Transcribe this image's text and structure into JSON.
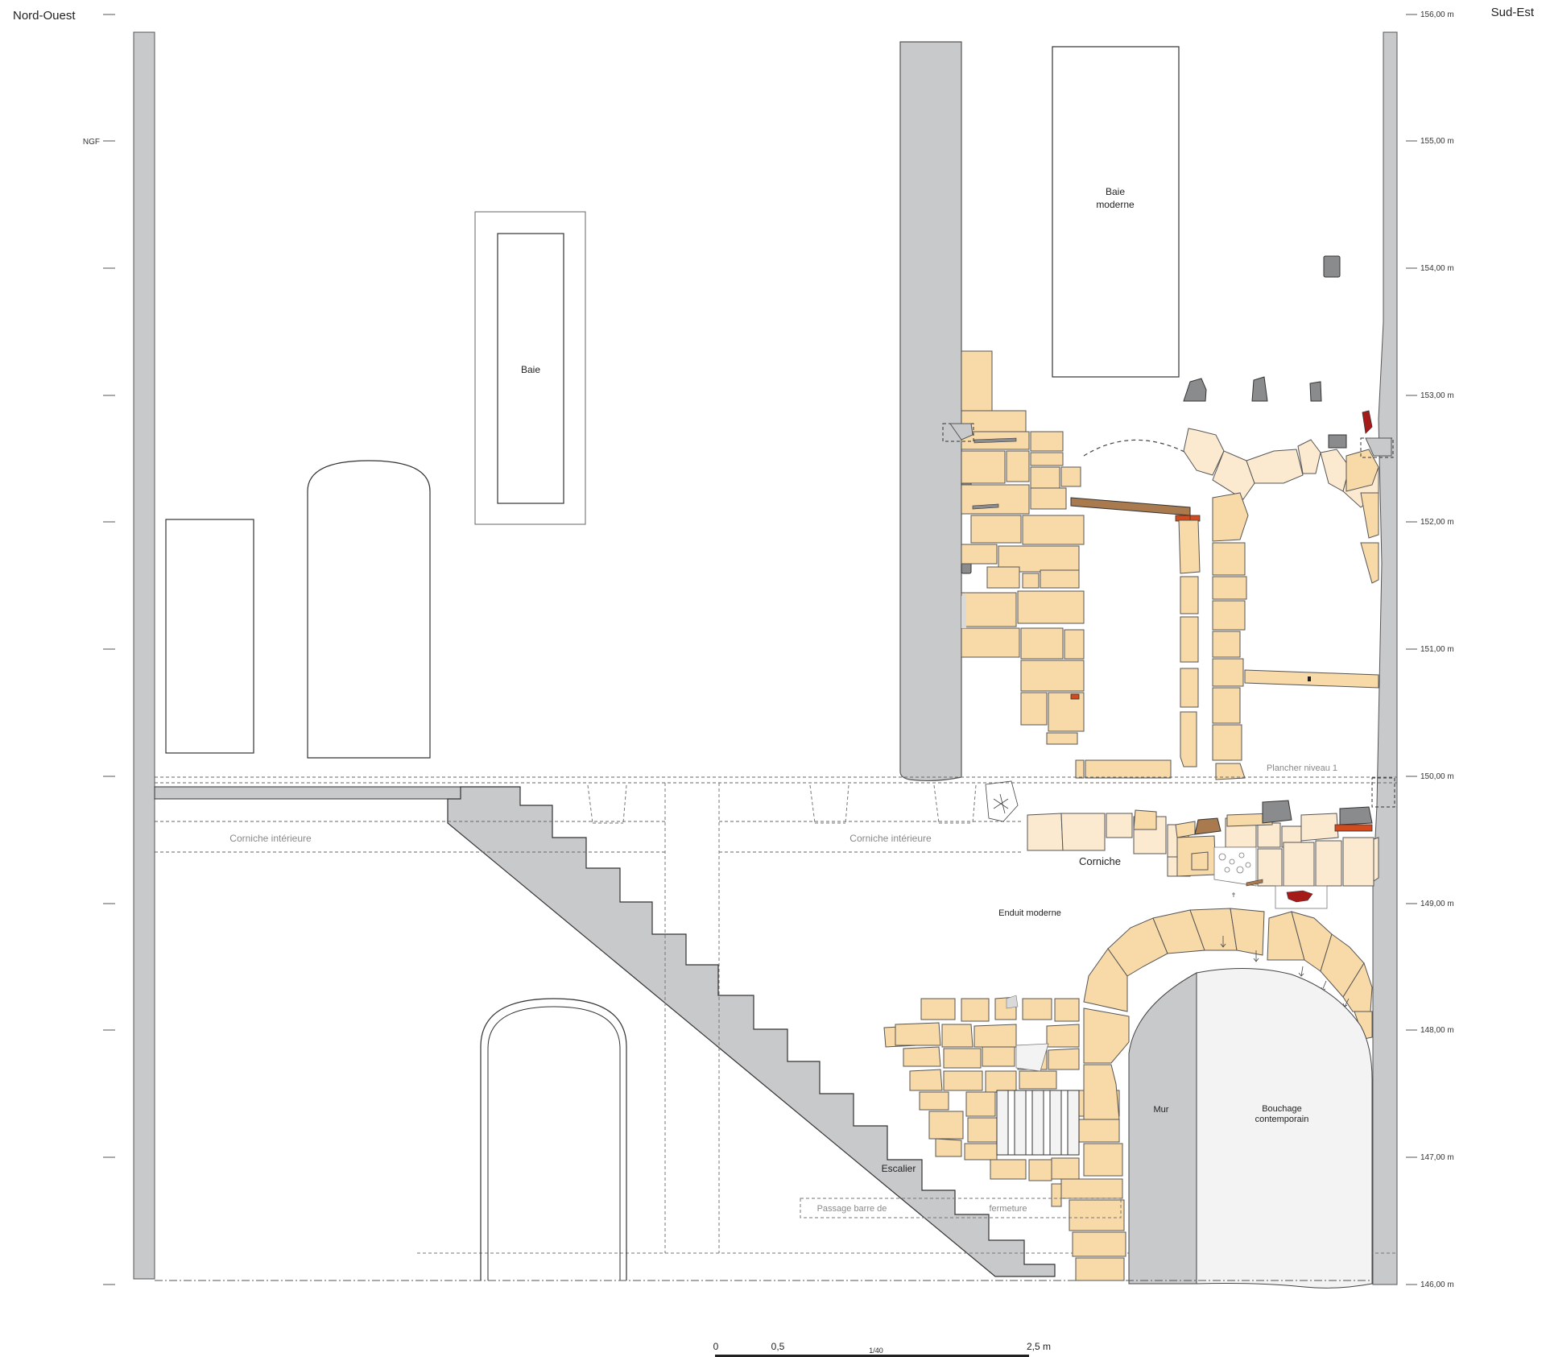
{
  "orientation": {
    "left": "Nord-Ouest",
    "right": "Sud-Est"
  },
  "datum_label": "NGF",
  "elevations": [
    "156,00 m",
    "155,00 m",
    "154,00 m",
    "153,00 m",
    "152,00 m",
    "151,00 m",
    "150,00 m",
    "149,00 m",
    "148,00 m",
    "147,00 m",
    "146,00 m"
  ],
  "labels": {
    "baie": "Baie",
    "baie_moderne_1": "Baie",
    "baie_moderne_2": "moderne",
    "plancher": "Plancher niveau 1",
    "corniche_int_1": "Corniche intérieure",
    "corniche_int_2": "Corniche intérieure",
    "corniche": "Corniche",
    "enduit": "Enduit moderne",
    "mur": "Mur",
    "bouchage_1": "Bouchage",
    "bouchage_2": "contemporain",
    "escalier": "Escalier",
    "passage_1": "Passage barre de",
    "passage_2": "fermeture"
  },
  "scale_bar": {
    "ticks": [
      "0",
      "0,5",
      "2,5 m"
    ],
    "ratio": "1/40"
  },
  "colors": {
    "stone": "#f8d9a8",
    "stone_light": "#fbe9d0",
    "wall_grey": "#c8c9cb",
    "dark_grey": "#8a8b8d",
    "wood": "#a97a4e",
    "brick": "#d24a1e",
    "red": "#a61a1a",
    "line": "#4d4d4d"
  }
}
